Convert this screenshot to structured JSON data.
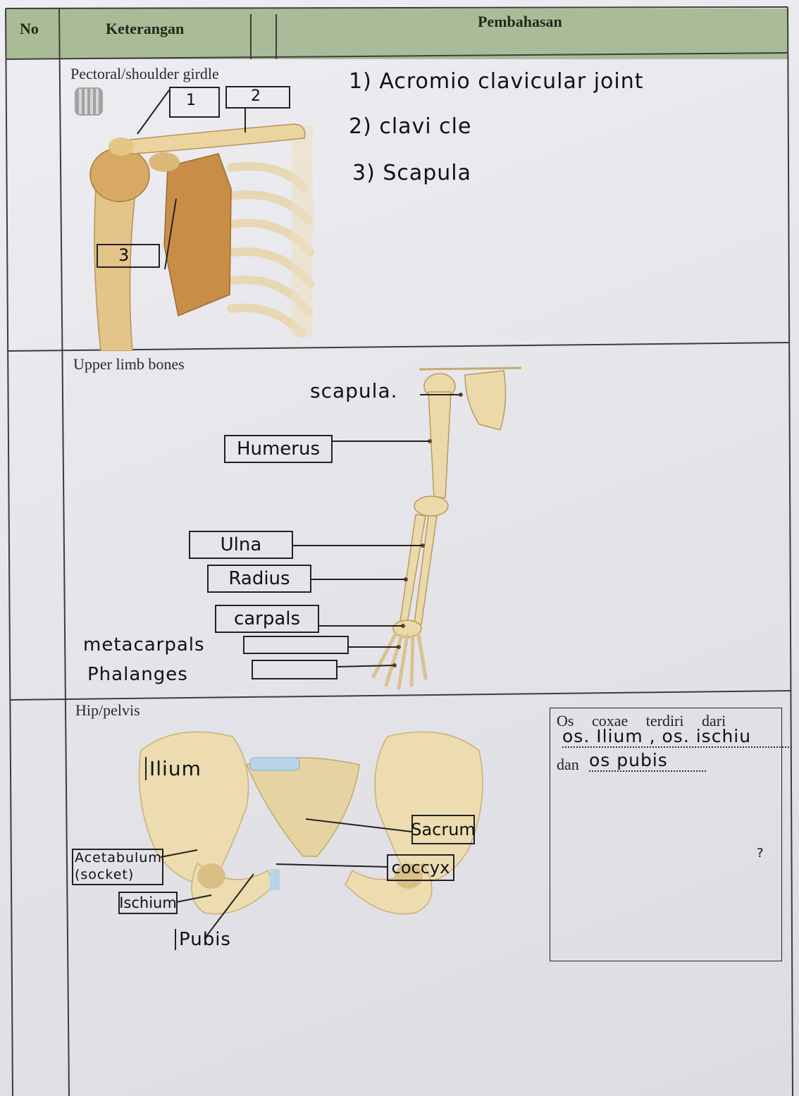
{
  "header": {
    "no": "No",
    "keterangan": "Keterangan",
    "pembahasan": "Pembahasan"
  },
  "colors": {
    "header_bg": "#a9bc97",
    "bone": "#ecd9a9",
    "bone_dark": "#cfa460",
    "scapula": "#c88e48",
    "ink": "#111111"
  },
  "row1": {
    "title": "Pectoral/shoulder girdle",
    "box_labels": [
      "1",
      "2",
      "3"
    ],
    "answers": [
      "1) Acromio clavicular joint",
      "2) clavi cle",
      "3) Scapula"
    ]
  },
  "row2": {
    "title": "Upper limb bones",
    "labels": {
      "scapula": "scapula.",
      "humerus": "Humerus",
      "ulna": "Ulna",
      "radius": "Radius",
      "carpals": "carpals",
      "metacarpals": "metacarpals",
      "phalanges": "Phalanges"
    }
  },
  "row3": {
    "title": "Hip/pelvis",
    "labels": {
      "ilium": "Ilium",
      "sacrum": "Sacrum",
      "coccyx": "coccyx",
      "acetabulum": "Acetabulum",
      "socket": "(socket)",
      "ischium": "Ischium",
      "pubis": "Pubis"
    },
    "note": {
      "line1": "Os coxae terdiri dari",
      "fill1": "os. Ilium , os. ischiu",
      "dan": "dan",
      "fill2": "os pubis",
      "mark": "?"
    }
  }
}
